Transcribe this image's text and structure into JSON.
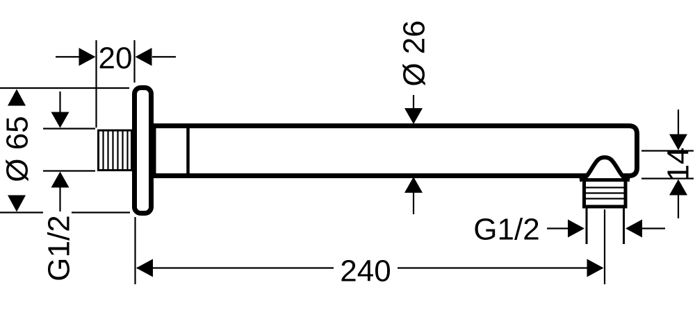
{
  "labels": {
    "wall_clearance": "20",
    "tube_diameter": "Ø 26",
    "flange_diameter": "Ø 65",
    "inlet_thread": "G1/2",
    "outlet_height": "14",
    "outlet_thread": "G1/2",
    "arm_length": "240"
  },
  "colors": {
    "ink": "#000000",
    "paper": "#ffffff"
  }
}
